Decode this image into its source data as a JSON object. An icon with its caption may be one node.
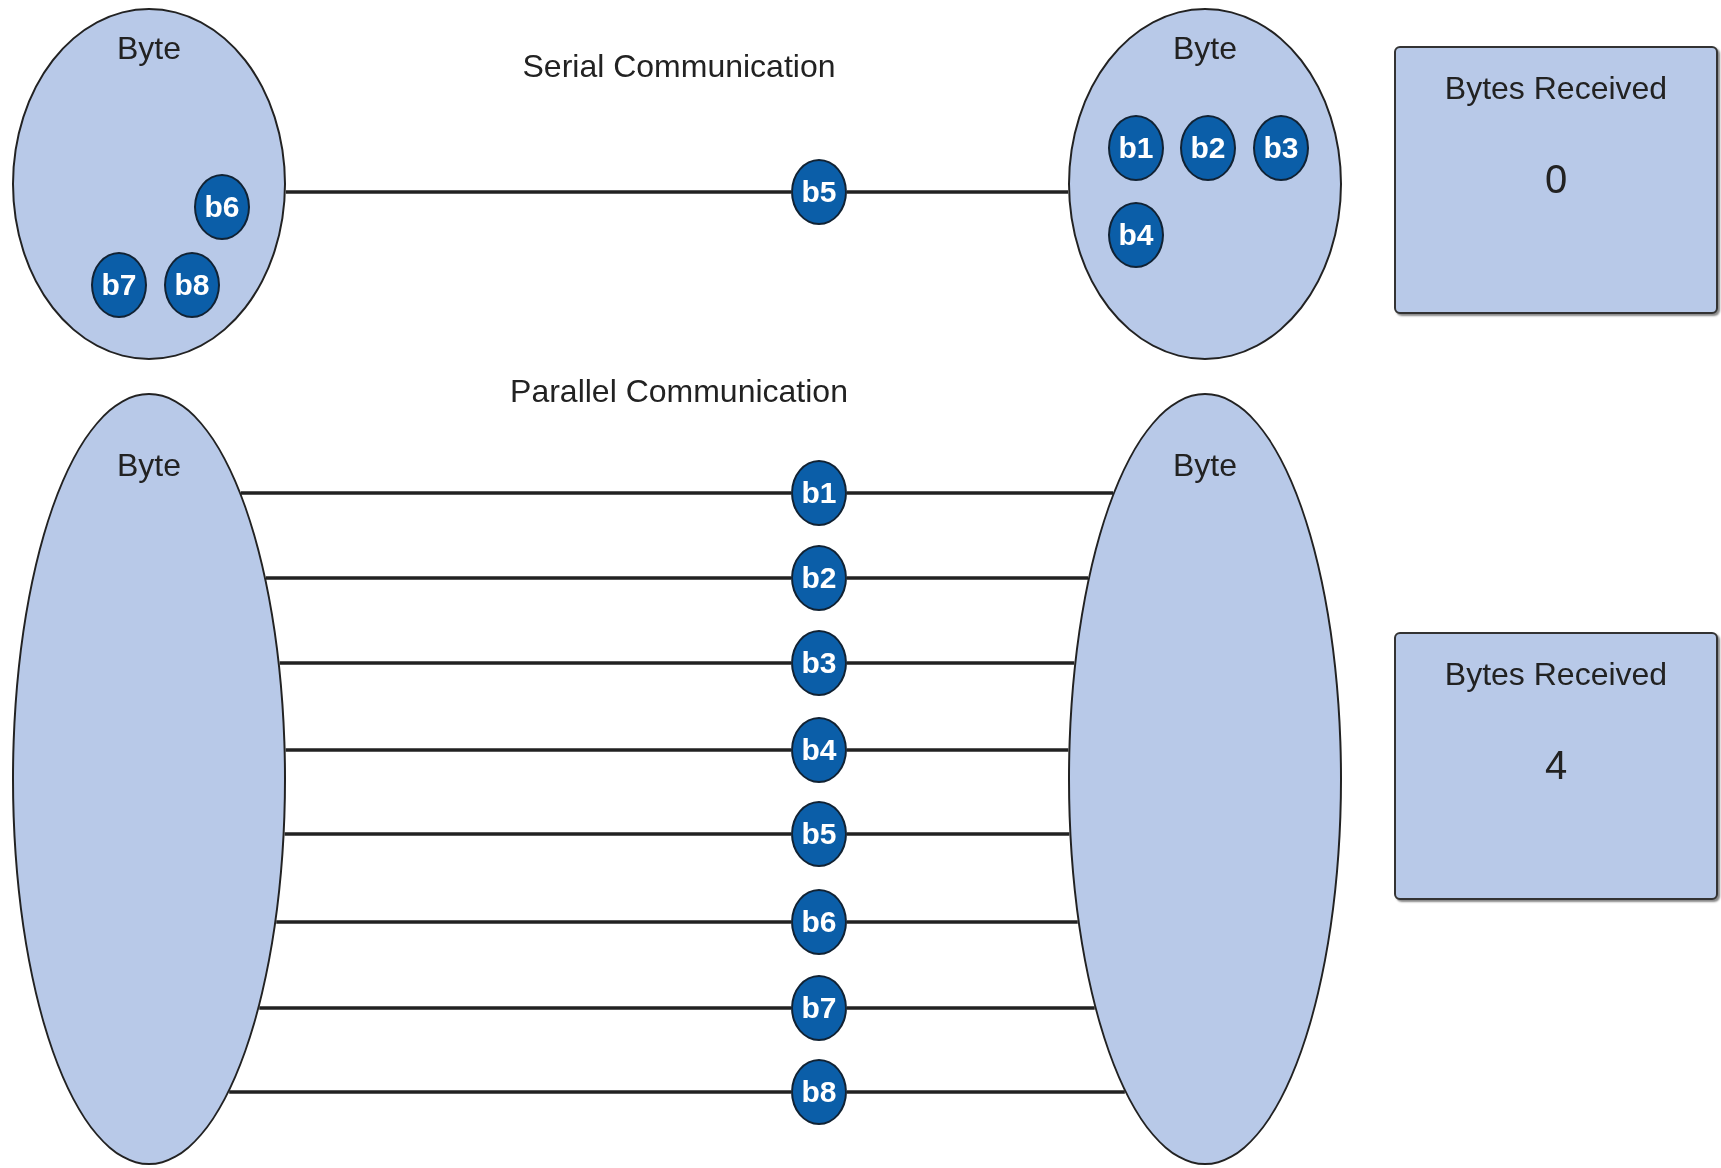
{
  "diagram": {
    "nodes": [
      {
        "text": [
          "Byte"
        ]
      },
      {
        "text": [
          "b6"
        ],
        "in": 0
      },
      {
        "text": [
          "b7"
        ],
        "in": 0
      },
      {
        "text": [
          "b8"
        ],
        "in": 0
      },
      {
        "text": [
          "b5"
        ]
      },
      {
        "text": [
          "Byte"
        ]
      },
      {
        "text": [
          "b1"
        ],
        "in": 5
      },
      {
        "text": [
          "b2"
        ],
        "in": 5
      },
      {
        "text": [
          "b3"
        ],
        "in": 5
      },
      {
        "text": [
          "b4"
        ],
        "in": 5
      },
      {
        "text": [
          "Bytes Received",
          "0"
        ]
      },
      {
        "text": [
          "Byte"
        ]
      },
      {
        "text": [
          "Byte"
        ]
      },
      {
        "text": [
          "b1"
        ]
      },
      {
        "text": [
          "b2"
        ]
      },
      {
        "text": [
          "b3"
        ]
      },
      {
        "text": [
          "b4"
        ]
      },
      {
        "text": [
          "b5"
        ]
      },
      {
        "text": [
          "b6"
        ]
      },
      {
        "text": [
          "b7"
        ]
      },
      {
        "text": [
          "b8"
        ]
      },
      {
        "text": [
          "Bytes Received",
          "4"
        ]
      }
    ],
    "edges": [
      {
        "from": 0,
        "to": 4,
        "arrow": "none"
      },
      {
        "from": 4,
        "to": 5,
        "arrow": "none"
      },
      {
        "from": 11,
        "to": 13,
        "arrow": "none"
      },
      {
        "from": 13,
        "to": 12,
        "arrow": "none"
      },
      {
        "from": 11,
        "to": 14,
        "arrow": "none"
      },
      {
        "from": 14,
        "to": 12,
        "arrow": "none"
      },
      {
        "from": 11,
        "to": 15,
        "arrow": "none"
      },
      {
        "from": 15,
        "to": 12,
        "arrow": "none"
      },
      {
        "from": 11,
        "to": 16,
        "arrow": "none"
      },
      {
        "from": 16,
        "to": 12,
        "arrow": "none"
      },
      {
        "from": 11,
        "to": 17,
        "arrow": "none"
      },
      {
        "from": 17,
        "to": 12,
        "arrow": "none"
      },
      {
        "from": 11,
        "to": 18,
        "arrow": "none"
      },
      {
        "from": 18,
        "to": 12,
        "arrow": "none"
      },
      {
        "from": 11,
        "to": 19,
        "arrow": "none"
      },
      {
        "from": 19,
        "to": 12,
        "arrow": "none"
      },
      {
        "from": 11,
        "to": 20,
        "arrow": "none"
      },
      {
        "from": 20,
        "to": 12,
        "arrow": "none"
      }
    ],
    "labels": [
      "Serial Communication",
      "Parallel Communication"
    ]
  }
}
